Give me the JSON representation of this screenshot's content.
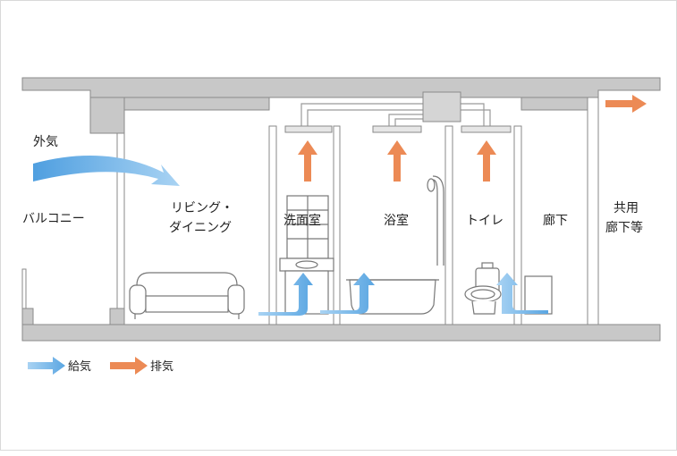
{
  "rooms": {
    "balcony": "バルコニー",
    "living_line1": "リビング・",
    "living_line2": "ダイニング",
    "washroom": "洗面室",
    "bathroom": "浴室",
    "toilet": "トイレ",
    "corridor": "廊下",
    "common_line1": "共用",
    "common_line2": "廊下等"
  },
  "outside_air": "外気",
  "legend": {
    "supply": "給気",
    "exhaust": "排気"
  },
  "colors": {
    "wall": "#c8c8c8",
    "wall_stroke": "#8a8a8a",
    "supply": "#6fb2e6",
    "exhaust": "#ec8a55",
    "duct": "#9a9a9a"
  }
}
